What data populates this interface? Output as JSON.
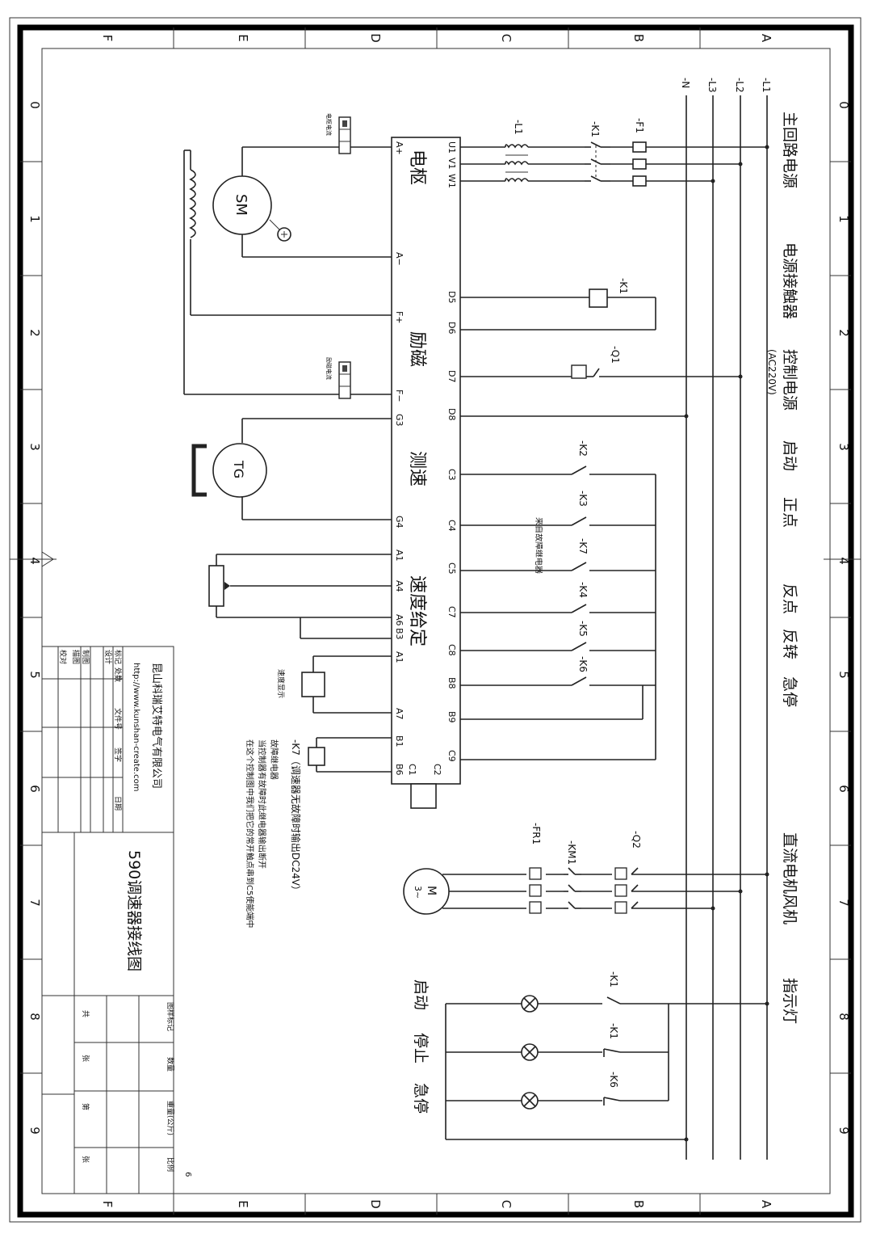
{
  "frame": {
    "top_letters": [
      "F",
      "E",
      "D",
      "C",
      "B",
      "A"
    ],
    "side_numbers": [
      "0",
      "1",
      "2",
      "3",
      "4",
      "5",
      "6",
      "7",
      "8",
      "9"
    ],
    "bottom_letters": [
      "F",
      "E",
      "D",
      "C",
      "B",
      "A"
    ],
    "page_mark": "6"
  },
  "lines": {
    "labels": [
      "-L1",
      "-L2",
      "-L3",
      "-N"
    ]
  },
  "sections": {
    "main_power": "主回路电源",
    "contactor": "电源接触器",
    "control_power": "控制电源",
    "control_power_note": "(AC220V)",
    "start": "启动",
    "jog_fwd": "正点",
    "jog_rev": "反点",
    "reverse": "反转",
    "estop": "急停",
    "fan": "直流电机风机",
    "indicator": "指示灯"
  },
  "components": {
    "F1": "-F1",
    "K1": "-K1",
    "L1": "-L1",
    "Q1": "-Q1",
    "K2": "-K2",
    "K3": "-K3",
    "K7": "-K7",
    "K7_note": "来自故障继电器",
    "K4": "-K4",
    "K5": "-K5",
    "K6": "-K6",
    "Q2": "-Q2",
    "KM1": "-KM1",
    "FR1": "-FR1",
    "motor_sm": "SM",
    "motor_tg": "TG",
    "motor_m": "M",
    "motor_m_sub": "3~",
    "armature_fuse": "电枢电流",
    "field_fuse": "励磁电流",
    "speed_display": "速度显示",
    "K7_relay": "-K7（调速器无故障时输出DC24V）"
  },
  "drive": {
    "blocks": [
      "电枢",
      "励磁",
      "测速",
      "速度给定"
    ],
    "left_terminals": [
      "A+",
      "A−",
      "F+",
      "F−",
      "G3",
      "G4",
      "A1",
      "A4",
      "A6",
      "B3",
      "A1",
      "A7",
      "B1",
      "B6",
      "C1"
    ],
    "right_terminals": [
      "U1",
      "V1",
      "W1",
      "D5",
      "D6",
      "D7",
      "D8",
      "C3",
      "C4",
      "C5",
      "C7",
      "C8",
      "B8",
      "B9",
      "C9",
      "C2"
    ]
  },
  "notes": {
    "line1": "故障继电器",
    "line2": "当控制器有故障时此继电器输出断开",
    "line3": "在这个控制图中我们把它的常开触点串到C5使能端中"
  },
  "indicators": [
    "启动",
    "停止",
    "急停"
  ],
  "indicator_contacts": [
    "-K1",
    "-K1",
    "-K6"
  ],
  "title_block": {
    "company": "昆山科瑞艾特电气有限公司",
    "website": "http://www.kunshan-create.com",
    "drawing_title": "590调速器接线图",
    "rows": [
      "标记",
      "设计",
      "制图",
      "描图",
      "校对"
    ],
    "cols": [
      "处数",
      "文件号",
      "签字",
      "日期"
    ],
    "right_cols": [
      "图样标记",
      "数量",
      "重量(公斤)",
      "比例"
    ],
    "sheet": [
      "共",
      "张",
      "第",
      "张"
    ]
  }
}
